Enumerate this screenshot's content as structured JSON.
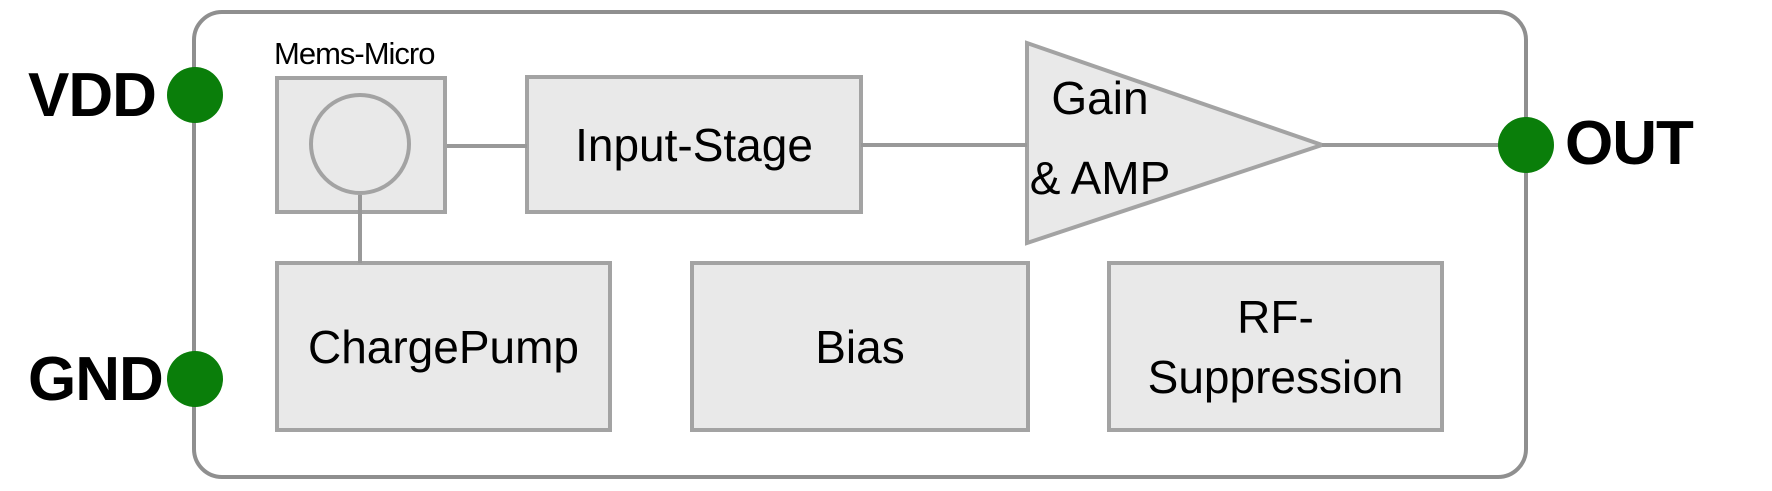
{
  "diagram": {
    "type": "block-diagram",
    "pins": {
      "vdd": {
        "label": "VDD",
        "side": "left"
      },
      "gnd": {
        "label": "GND",
        "side": "left"
      },
      "out": {
        "label": "OUT",
        "side": "right"
      }
    },
    "blocks": {
      "mems": {
        "caption": "Mems-Micro"
      },
      "input_stage": {
        "label": "Input-Stage"
      },
      "amplifier": {
        "line1": "Gain",
        "line2": "& AMP",
        "shape": "triangle"
      },
      "charge_pump": {
        "label": "ChargePump"
      },
      "bias": {
        "label": "Bias"
      },
      "rf_suppression": {
        "line1": "RF-",
        "line2": "Suppression"
      }
    },
    "colors": {
      "pin_green": "#0a7e0a",
      "block_fill": "#e9e9e9",
      "block_border": "#a3a3a3",
      "wire": "#999999",
      "outline": "#8f8f8f",
      "text": "#000000",
      "background": "#ffffff"
    }
  }
}
